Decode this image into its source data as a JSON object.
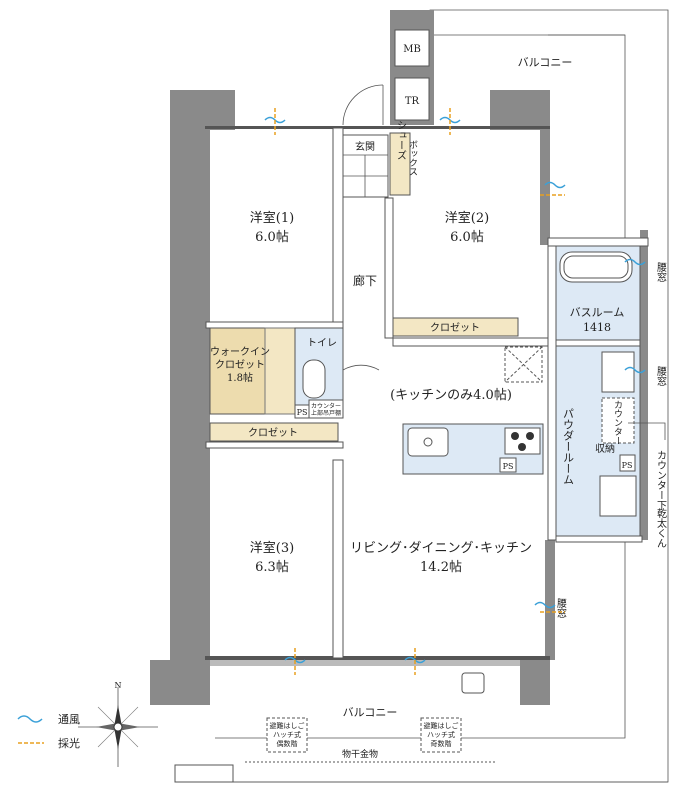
{
  "rooms": {
    "western1_name": "洋室(1)",
    "western1_size": "6.0帖",
    "western2_name": "洋室(2)",
    "western2_size": "6.0帖",
    "western3_name": "洋室(3)",
    "western3_size": "6.3帖",
    "ldk_name": "リビング･ダイニング･キッチン",
    "ldk_size": "14.2帖",
    "kitchen_note": "(キッチンのみ4.0帖)",
    "walkin_name1": "ウォークイン",
    "walkin_name2": "クロゼット",
    "walkin_size": "1.8帖",
    "bath_name": "バスルーム",
    "bath_size": "1418",
    "powder_room": "パウダールーム",
    "hallway": "廊下",
    "entrance": "玄関",
    "toilet": "トイレ",
    "shoes1": "シューズ",
    "shoes2": "ボックス",
    "closet_main": "クロゼット",
    "closet_r2": "クロゼット",
    "storage": "収納",
    "counter_v": "カウンター",
    "counter_lower1": "カウンター",
    "counter_lower2": "上部吊戸棚",
    "mb": "MB",
    "tr": "TR",
    "ps": "PS",
    "balcony_top": "バルコニー",
    "balcony_bottom": "バルコニー",
    "waist_window": "腰窓",
    "dryer_label1": "カウンター下",
    "dryer_label2": "乾太くん",
    "hatch_left1": "避難はしご",
    "hatch_left2": "ハッチ式",
    "hatch_left3": "偶数階",
    "hatch_right1": "避難はしご",
    "hatch_right2": "ハッチ式",
    "hatch_right3": "奇数階",
    "drying": "物干金物"
  },
  "legend": {
    "ventilation": "通風",
    "daylight": "採光",
    "ventilation_color": "#3aa0d8",
    "daylight_color": "#e8a020"
  },
  "compass": {
    "north": "N"
  },
  "colors": {
    "closet_fill": "#f3e7c4",
    "walkin_fill": "#eddcae",
    "water_fill": "#dde9f5",
    "wall": "#8a8a8a"
  }
}
